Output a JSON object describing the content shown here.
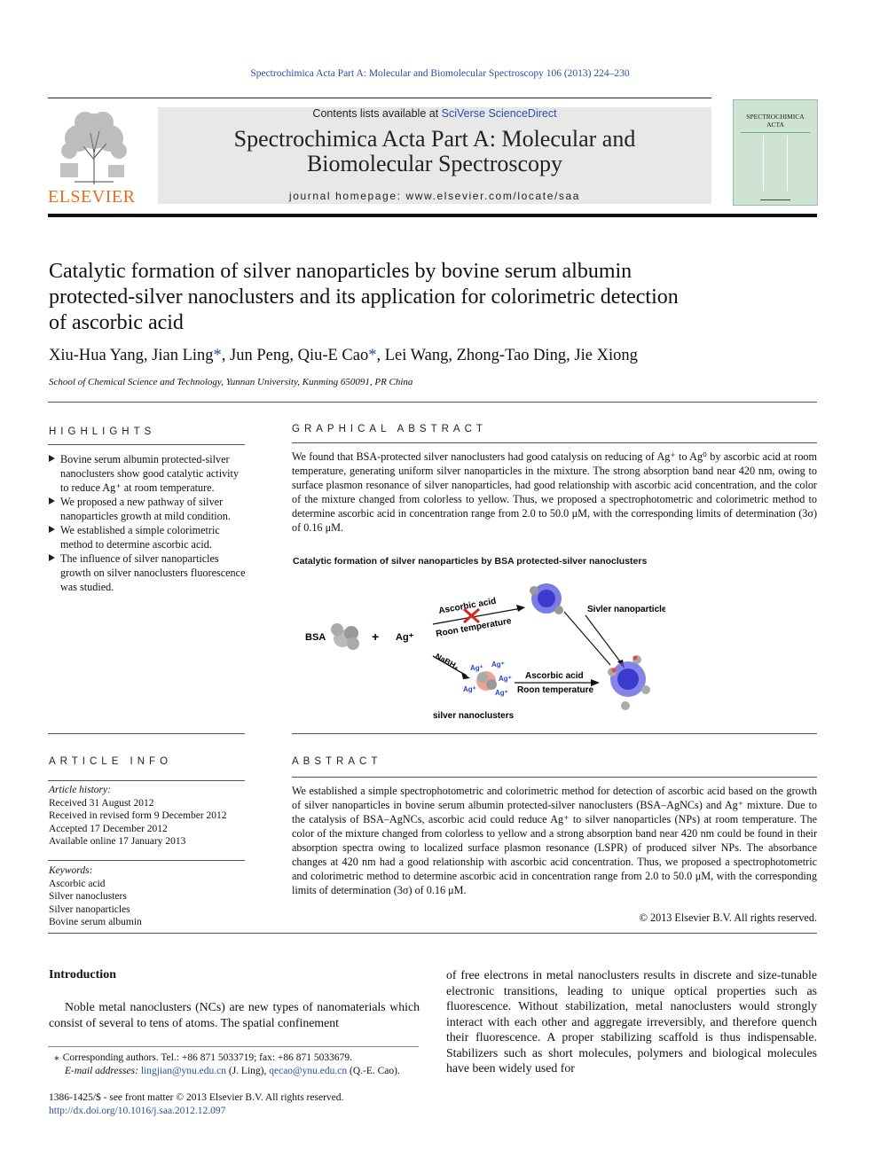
{
  "journal_ref": "Spectrochimica Acta Part A: Molecular and Biomolecular Spectroscopy 106 (2013) 224–230",
  "header": {
    "contents_prefix": "Contents lists available at ",
    "contents_link": "SciVerse ScienceDirect",
    "journal_title_line1": "Spectrochimica Acta Part A: Molecular and",
    "journal_title_line2": "Biomolecular Spectroscopy",
    "homepage": "journal homepage: www.elsevier.com/locate/saa",
    "publisher": "ELSEVIER",
    "cover_title_line1": "SPECTROCHIMICA",
    "cover_title_line2": "ACTA"
  },
  "article": {
    "title_line1": "Catalytic formation of silver nanoparticles by bovine serum albumin",
    "title_line2": "protected-silver nanoclusters and its application for colorimetric detection",
    "title_line3": "of ascorbic acid",
    "authors": {
      "a1": "Xiu-Hua Yang, Jian Ling",
      "a2": ", Jun Peng, Qiu-E Cao",
      "a3": ", Lei Wang, Zhong-Tao Ding, Jie Xiong",
      "star": "*"
    },
    "affiliation": "School of Chemical Science and Technology, Yunnan University, Kunming 650091, PR China"
  },
  "highlights": {
    "heading": "HIGHLIGHTS",
    "items": [
      "Bovine serum albumin protected-silver nanoclusters show good catalytic activity to reduce Ag⁺ at room temperature.",
      "We proposed a new pathway of silver nanoparticles growth at mild condition.",
      "We established a simple colorimetric method to determine ascorbic acid.",
      "The influence of silver nanoparticles growth on silver nanoclusters fluorescence was studied."
    ]
  },
  "graphical_abstract": {
    "heading": "GRAPHICAL ABSTRACT",
    "text": "We found that BSA-protected silver nanoclusters had good catalysis on reducing of Ag⁺ to Ag⁰ by ascorbic acid at room temperature, generating uniform silver nanoparticles in the mixture. The strong absorption band near 420 nm, owing to surface plasmon resonance of silver nanoparticles, had good relationship with ascorbic acid concentration, and the color of the mixture changed from colorless to yellow. Thus, we proposed a spectrophotometric and colorimetric method to determine ascorbic acid in concentration range from 2.0 to 50.0 μM, with the corresponding limits of determination (3σ) of 0.16 μM.",
    "figure": {
      "caption": "Catalytic formation of silver nanoparticles by BSA protected-silver nanoclusters",
      "bsa": "BSA",
      "plus": "+",
      "ag_plus": "Ag⁺",
      "ascorbic_top": "Ascorbic acid",
      "roon_temp": "Roon temperature",
      "nabh4": "NaBH₄",
      "silver_np": "Sivler nanoparticles",
      "ascorbic_bottom": "Ascorbic acid",
      "room_temp_bottom": "Roon temperature",
      "silver_nc": "silver nanoclusters",
      "ag_label": "Ag⁺"
    }
  },
  "article_info": {
    "heading": "ARTICLE INFO",
    "history_label": "Article history:",
    "history": [
      "Received 31 August 2012",
      "Received in revised form 9 December 2012",
      "Accepted 17 December 2012",
      "Available online 17 January 2013"
    ],
    "keywords_label": "Keywords:",
    "keywords": [
      "Ascorbic acid",
      "Silver nanoclusters",
      "Silver nanoparticles",
      "Bovine serum albumin"
    ]
  },
  "abstract": {
    "heading": "ABSTRACT",
    "text": "We established a simple spectrophotometric and colorimetric method for detection of ascorbic acid based on the growth of silver nanoparticles in bovine serum albumin protected-silver nanoclusters (BSA–AgNCs) and Ag⁺ mixture. Due to the catalysis of BSA–AgNCs, ascorbic acid could reduce Ag⁺ to silver nanoparticles (NPs) at room temperature. The color of the mixture changed from colorless to yellow and a strong absorption band near 420 nm could be found in their absorption spectra owing to localized surface plasmon resonance (LSPR) of produced silver NPs. The absorbance changes at 420 nm had a good relationship with ascorbic acid concentration. Thus, we proposed a spectrophotometric and colorimetric method to determine ascorbic acid in concentration range from 2.0 to 50.0 μM, with the corresponding limits of determination (3σ) of 0.16 μM.",
    "copyright": "© 2013 Elsevier B.V. All rights reserved."
  },
  "intro": {
    "heading": "Introduction",
    "left_text": "Noble metal nanoclusters (NCs) are new types of nanomaterials which consist of several to tens of atoms. The spatial confinement",
    "right_text": "of free electrons in metal nanoclusters results in discrete and size-tunable electronic transitions, leading to unique optical properties such as fluorescence. Without stabilization, metal nanoclusters would strongly interact with each other and aggregate irreversibly, and therefore quench their fluorescence. A proper stabilizing scaffold is thus indispensable. Stabilizers such as short molecules, polymers and biological molecules have been widely used for"
  },
  "footnote": {
    "corresponding": "Corresponding authors. Tel.: +86 871 5033719; fax: +86 871 5033679.",
    "email_label": "E-mail addresses:",
    "email1": "lingjian@ynu.edu.cn",
    "email1_name": " (J. Ling), ",
    "email2": "qecao@ynu.edu.cn",
    "email2_name": " (Q.-E. Cao).",
    "star": "⁎",
    "issn": "1386-1425/$ - see front matter © 2013 Elsevier B.V. All rights reserved.",
    "doi": "http://dx.doi.org/10.1016/j.saa.2012.12.097"
  },
  "colors": {
    "link": "#2a4fa3",
    "elsevier_orange": "#e86b1f",
    "header_gray": "#e8e8e8",
    "cover_green": "#cfe3d2"
  }
}
